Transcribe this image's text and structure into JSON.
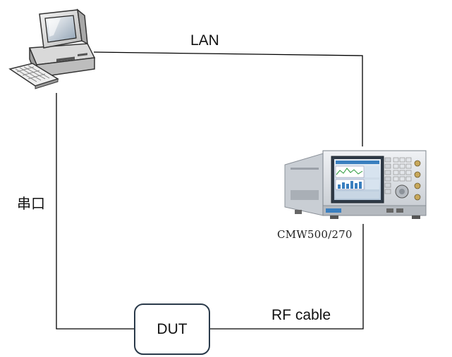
{
  "diagram": {
    "nodes": {
      "pc": {
        "icon": "desktop-computer-icon"
      },
      "instrument": {
        "icon": "test-instrument-icon",
        "caption": "CMW500/270"
      },
      "dut": {
        "label": "DUT"
      }
    },
    "connections": {
      "pc_to_instrument": {
        "label": "LAN"
      },
      "pc_to_dut": {
        "label": "串口"
      },
      "dut_to_instrument": {
        "label": "RF cable"
      }
    },
    "colors": {
      "line": "#000000",
      "dut_border": "#2a3a4a",
      "instrument_body": "#dfe3e8",
      "instrument_screen": "#3a7fbf"
    }
  }
}
